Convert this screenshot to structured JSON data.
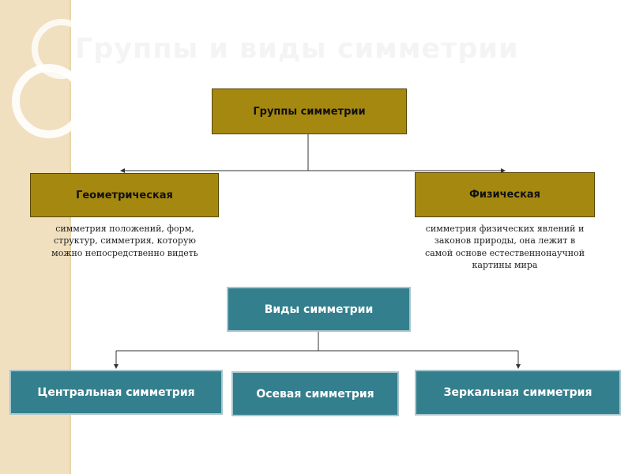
{
  "title": "Группы и виды симметрии",
  "colors": {
    "gold_box": "#a5880f",
    "teal_box": "#347f8e",
    "side_strip": "#f0e0bf",
    "title_text": "#f4f4f4"
  },
  "groups": {
    "root": "Группы симметрии",
    "children": [
      {
        "label": "Геометрическая",
        "description": "симметрия положений, форм, структур, симметрия, которую можно непосредственно видеть"
      },
      {
        "label": "Физическая",
        "description": "симметрия физических явлений и законов природы, она лежит в самой основе естественнонаучной картины мира"
      }
    ]
  },
  "kinds": {
    "root": "Виды симметрии",
    "children": [
      {
        "label": "Центральная симметрия"
      },
      {
        "label": "Осевая симметрия"
      },
      {
        "label": "Зеркальная симметрия"
      }
    ]
  }
}
